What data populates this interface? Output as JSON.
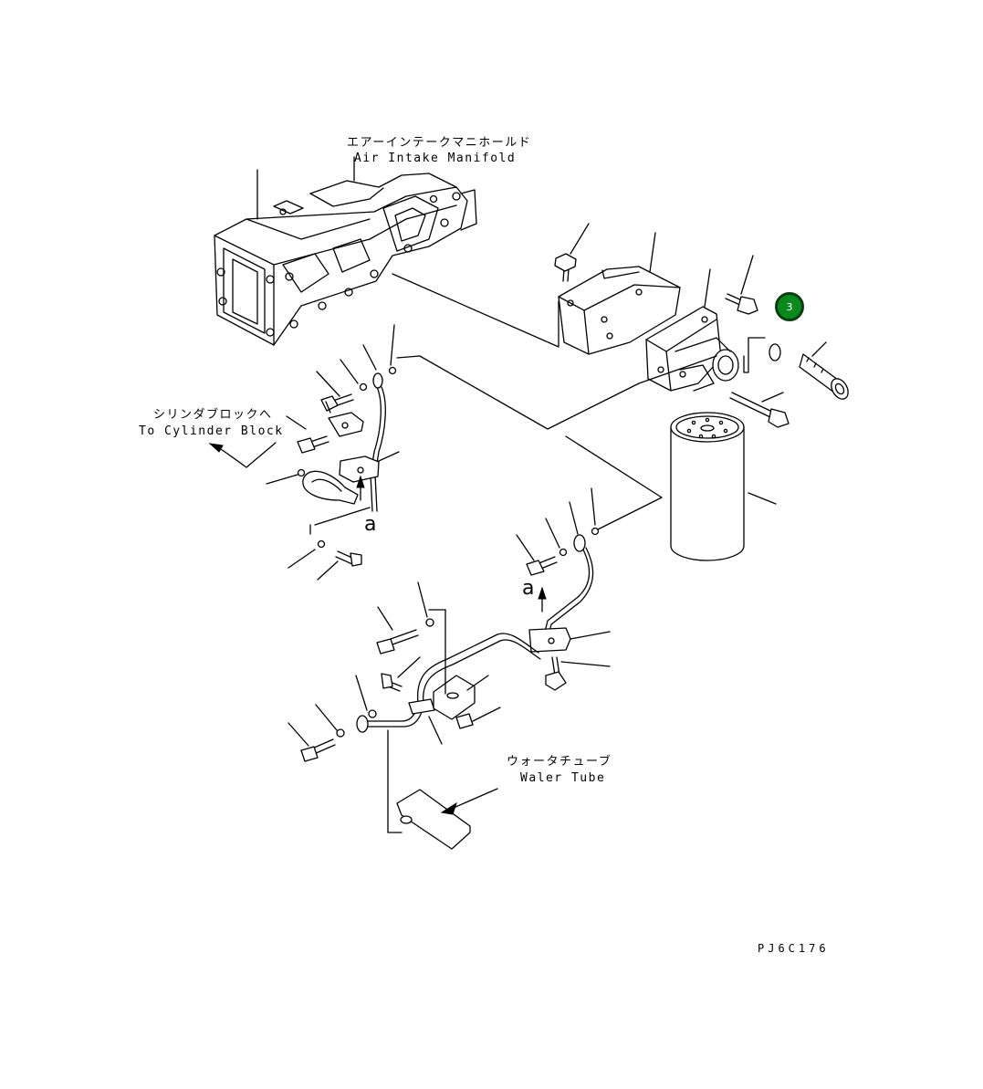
{
  "labels": {
    "manifold_jp": "エアーインテークマニホールド",
    "manifold_en": "Air Intake Manifold",
    "cylinder_jp": "シリンダブロックへ",
    "cylinder_en": "To Cylinder Block",
    "water_jp": "ウォータチューブ",
    "water_en": "Waler Tube",
    "ref_a_upper": "a",
    "ref_a_lower": "a",
    "drawing_code": "PJ6C176"
  },
  "callouts": [
    {
      "number": "3",
      "color": "#0a8a1e"
    }
  ]
}
